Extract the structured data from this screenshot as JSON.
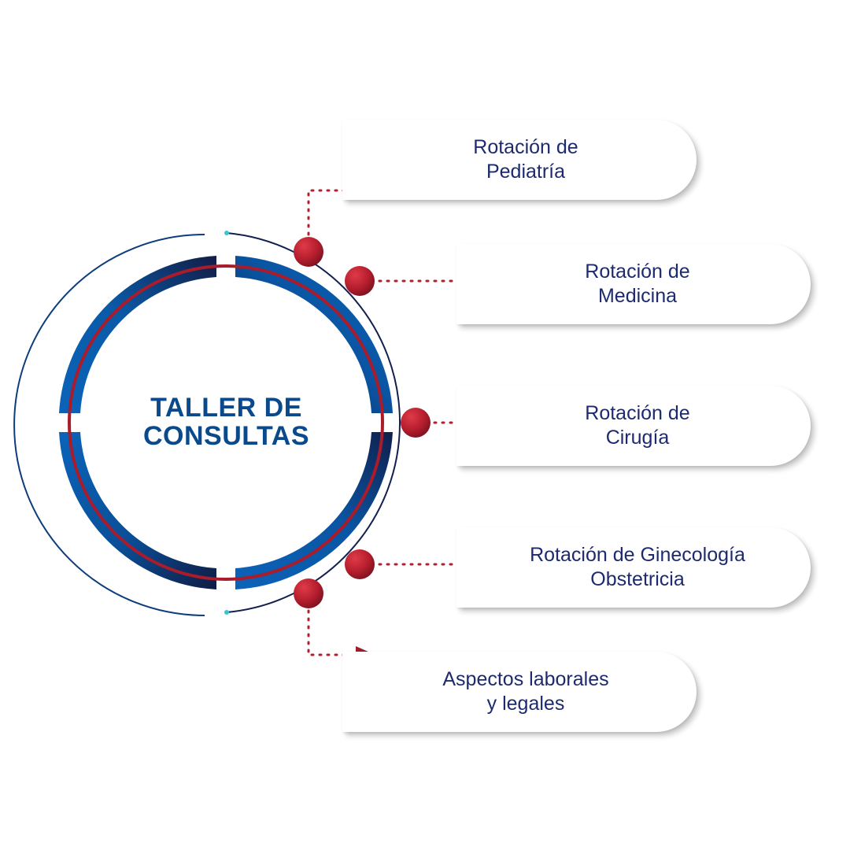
{
  "center": {
    "title_line1": "TALLER DE",
    "title_line2": "CONSULTAS"
  },
  "items": [
    {
      "line1": "Rotación de",
      "line2": "Pediatría"
    },
    {
      "line1": "Rotación de",
      "line2": "Medicina"
    },
    {
      "line1": "Rotación de",
      "line2": "Cirugía"
    },
    {
      "line1": "Rotación de Ginecología",
      "line2": "Obstetricia"
    },
    {
      "line1": "Aspectos laborales",
      "line2": "y legales"
    }
  ],
  "colors": {
    "title": "#0a4a8c",
    "card_text": "#1d2a6e",
    "blue_ring": "#0a5aa8",
    "navy_ring": "#13204f",
    "red_accent": "#b0202e",
    "teal_dot": "#3cc4d0"
  }
}
